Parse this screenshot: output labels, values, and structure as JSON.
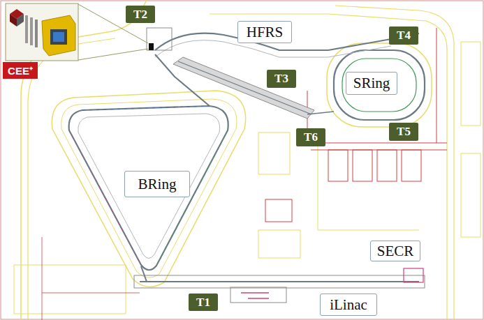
{
  "diagram": {
    "nodes": [
      {
        "text": [
          "T2"
        ]
      },
      {
        "text": [
          "HFRS"
        ]
      },
      {
        "text": [
          "T4"
        ]
      },
      {
        "text": [
          "CEE⁺"
        ]
      },
      {
        "text": [
          "T3"
        ]
      },
      {
        "text": [
          "SRing"
        ]
      },
      {
        "text": [
          "T5"
        ]
      },
      {
        "text": [
          "T6"
        ]
      },
      {
        "text": [
          "BRing"
        ]
      },
      {
        "text": [
          "SECR"
        ]
      },
      {
        "text": [
          "T1"
        ]
      },
      {
        "text": [
          "iLinac"
        ]
      }
    ]
  }
}
